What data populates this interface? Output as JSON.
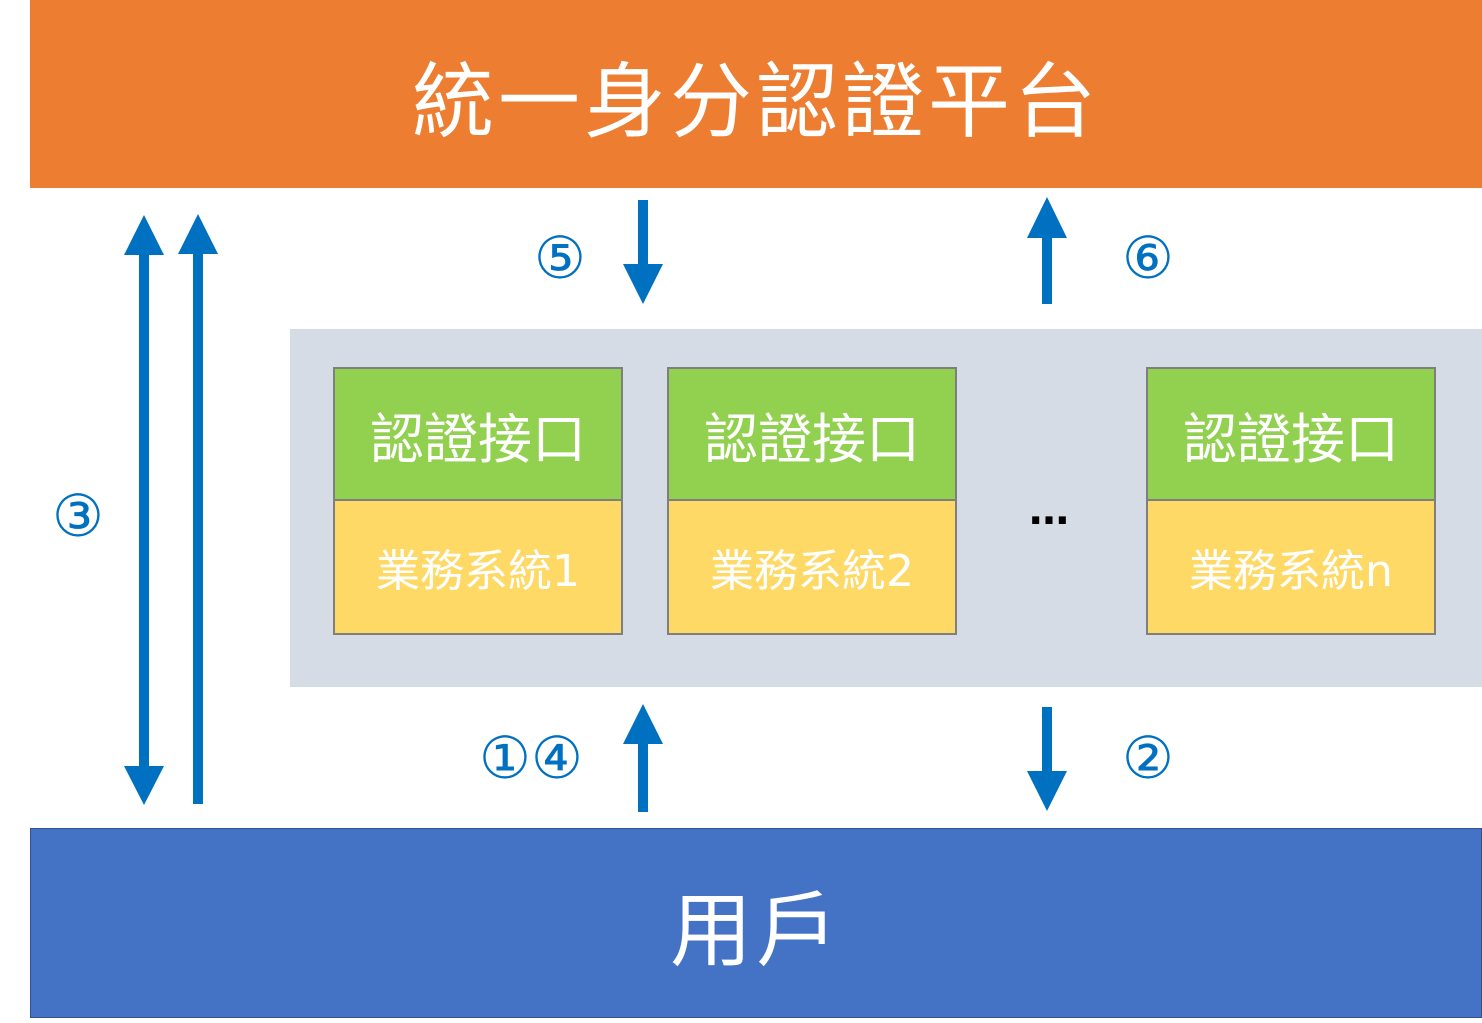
{
  "platform": {
    "label": "統一身分認證平台"
  },
  "user": {
    "label": "用戶"
  },
  "systems": [
    {
      "interface": "認證接口",
      "business": "業務系統1"
    },
    {
      "interface": "認證接口",
      "business": "業務系統2"
    },
    {
      "interface": "認證接口",
      "business": "業務系統n"
    }
  ],
  "ellipsis": "…",
  "steps": {
    "s5": "⑤",
    "s6": "⑥",
    "s3": "③",
    "s14": "①④",
    "s2": "②"
  },
  "colors": {
    "platform": "#ED7D31",
    "user": "#4472C4",
    "panel": "#D6DCE5",
    "interface": "#92D050",
    "business": "#FFD966",
    "arrow": "#0070C0"
  }
}
